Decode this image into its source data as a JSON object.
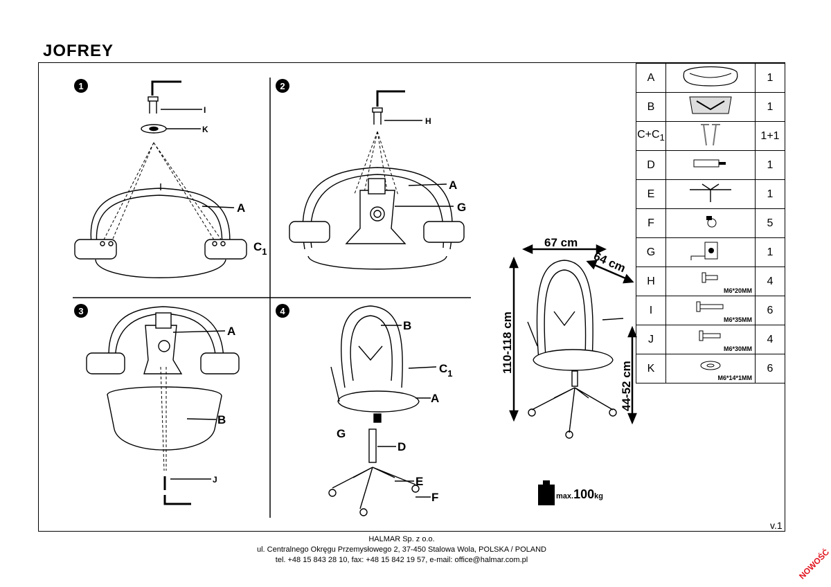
{
  "title": "JOFREY",
  "steps": [
    "1",
    "2",
    "3",
    "4"
  ],
  "callouts": {
    "A": "A",
    "B": "B",
    "C1": "C",
    "C1_sub": "1",
    "D": "D",
    "E": "E",
    "F": "F",
    "G": "G",
    "H": "H",
    "I": "I",
    "J": "J",
    "K": "K"
  },
  "dims": {
    "width": "67 cm",
    "depth": "64 cm",
    "height": "110-118 cm",
    "seat_height": "44-52 cm"
  },
  "max_load": {
    "prefix": "max.",
    "value": "100",
    "unit": "kg"
  },
  "parts": [
    {
      "letter": "A",
      "qty": "1",
      "spec": ""
    },
    {
      "letter": "B",
      "qty": "1",
      "spec": ""
    },
    {
      "letter": "C+C",
      "letter_sub": "1",
      "qty": "1+1",
      "spec": ""
    },
    {
      "letter": "D",
      "qty": "1",
      "spec": ""
    },
    {
      "letter": "E",
      "qty": "1",
      "spec": ""
    },
    {
      "letter": "F",
      "qty": "5",
      "spec": ""
    },
    {
      "letter": "G",
      "qty": "1",
      "spec": ""
    },
    {
      "letter": "H",
      "qty": "4",
      "spec": "M6*20MM"
    },
    {
      "letter": "I",
      "qty": "6",
      "spec": "M6*35MM"
    },
    {
      "letter": "J",
      "qty": "4",
      "spec": "M6*30MM"
    },
    {
      "letter": "K",
      "qty": "6",
      "spec": "M6*14*1MM"
    }
  ],
  "version": "v.1",
  "footer": {
    "line1": "HALMAR Sp. z o.o.",
    "line2": "ul. Centralnego Okręgu Przemysłowego 2, 37-450 Stalowa Wola, POLSKA / POLAND",
    "line3": "tel. +48 15 843 28 10, fax: +48 15 842 19 57, e-mail: office@halmar.com.pl"
  },
  "badge": "NOWOŚĆ"
}
